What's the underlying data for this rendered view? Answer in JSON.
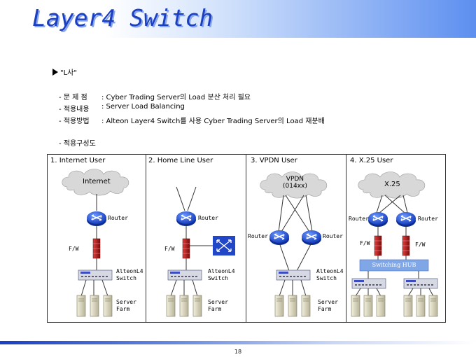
{
  "title": "Layer4 Switch",
  "bullet": "\"L사\"",
  "rows": [
    {
      "label": "- 문 제 점",
      "value": ": Cyber Trading Server의 Load 분산 처리 필요"
    },
    {
      "label": "- 적용내용",
      "value": ": Server Load Balancing"
    },
    {
      "label": "- 적용방법",
      "value": ": Alteon Layer4 Switch를 사용 Cyber Trading Server의 Load 재분배"
    }
  ],
  "config_heading": "- 적용구성도",
  "sections": [
    {
      "title": "1. Internet User",
      "cloud": "Internet",
      "router": "Router",
      "firewall": "F/W",
      "switch": "AlteonL4\nSwitch",
      "server": "Server\nFarm"
    },
    {
      "title": "2. Home Line User",
      "router": "Router",
      "firewall": "F/W",
      "switch": "AlteonL4\nSwitch",
      "server": "Server\nFarm"
    },
    {
      "title": "3. VPDN User",
      "cloud": "VPDN\n(014xx)",
      "router_left": "Router",
      "router_right": "Router",
      "switch": "AlteonL4\nSwitch",
      "server": "Server\nFarm"
    },
    {
      "title": "4. X.25 User",
      "cloud": "X.25",
      "router_left": "Router",
      "router_right": "Router",
      "fw_left": "F/W",
      "fw_right": "F/W",
      "hub": "Switching HUB"
    }
  ],
  "page_number": "18",
  "colors": {
    "title": "#1a3fc0",
    "router": "#1f4fd8",
    "firewall": "#b01818",
    "hub": "#7fa6e6",
    "cloud": "#d8d8d8"
  }
}
